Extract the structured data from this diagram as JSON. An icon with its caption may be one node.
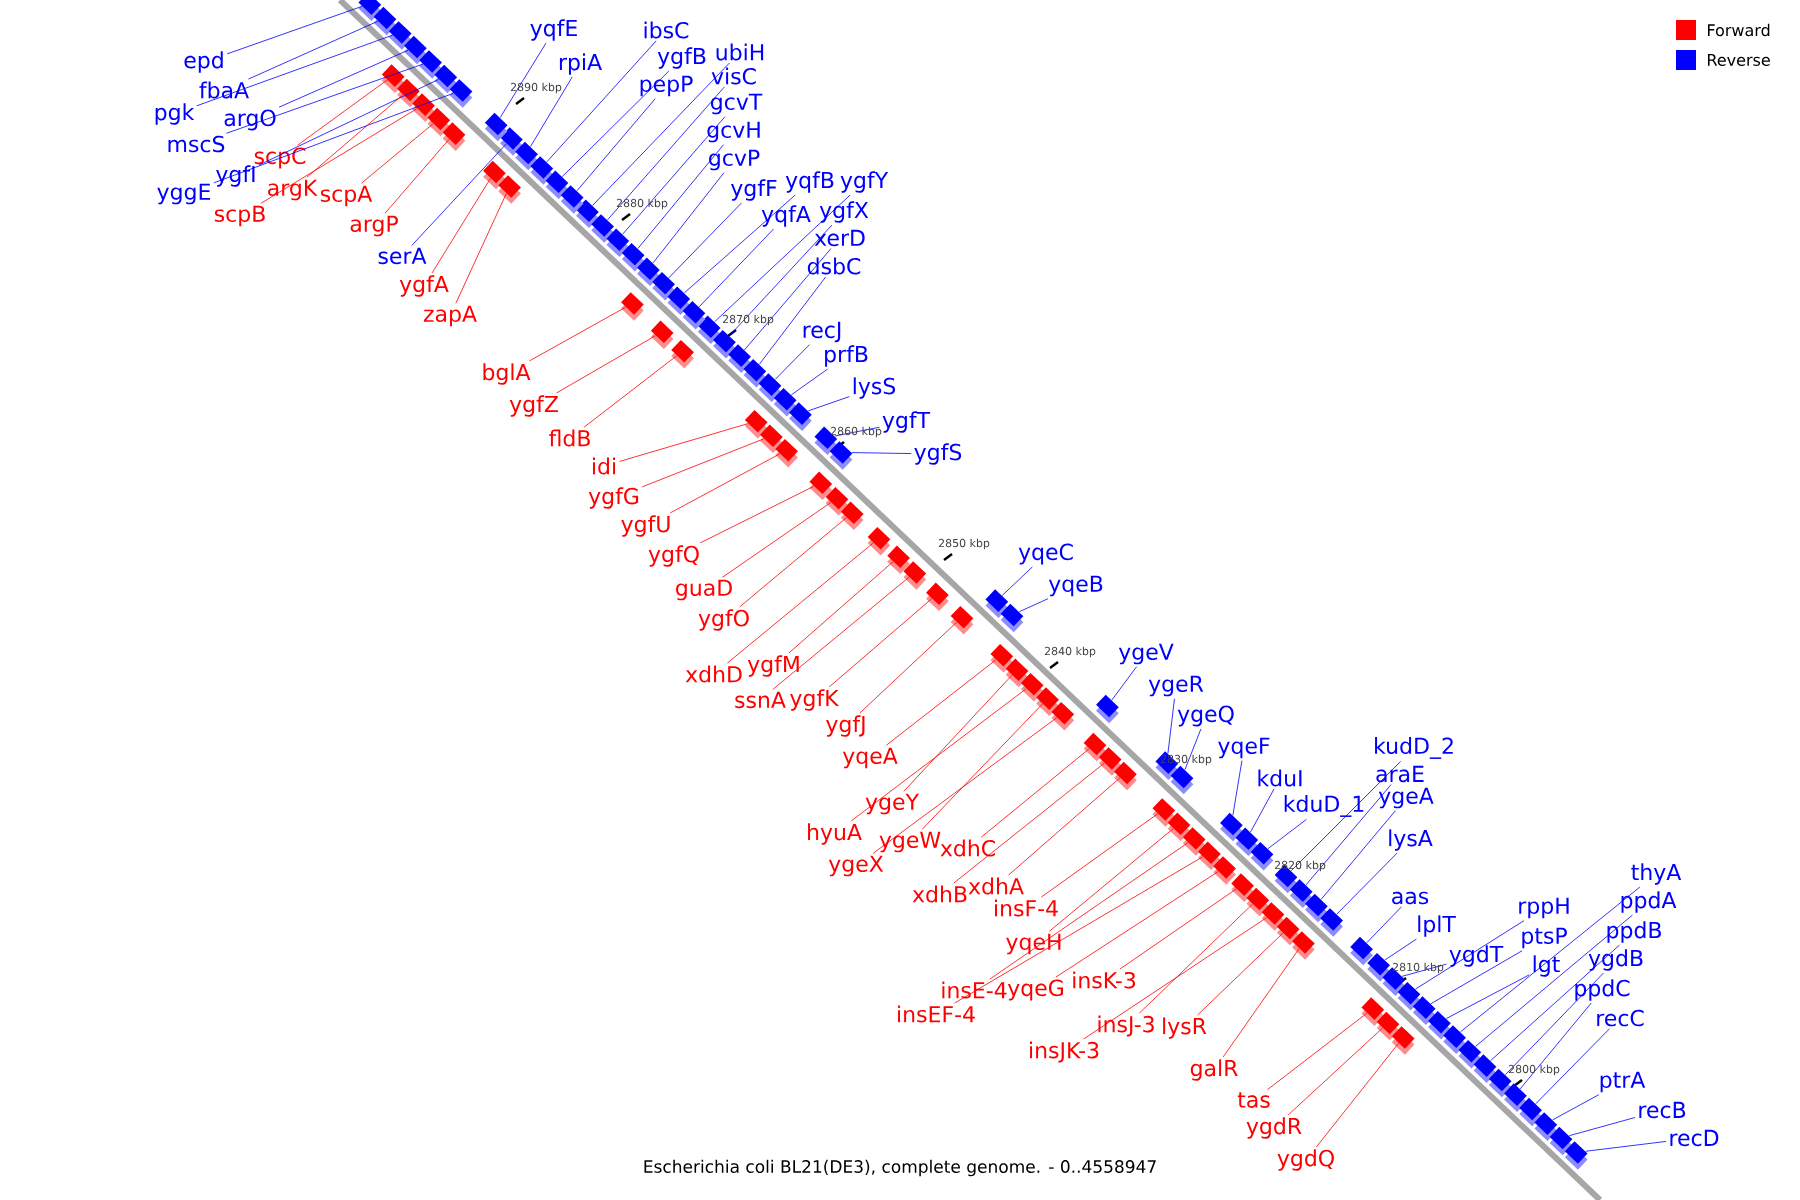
{
  "diagram": {
    "caption": "Escherichia coli BL21(DE3), complete genome. - 0..4558947",
    "nodes": [
      {
        "text": [
          "epd"
        ]
      },
      {
        "text": [
          "fbaA"
        ]
      },
      {
        "text": [
          "pgk"
        ]
      },
      {
        "text": [
          "argO"
        ]
      },
      {
        "text": [
          "mscS"
        ]
      },
      {
        "text": [
          "ygfI"
        ]
      },
      {
        "text": [
          "yggE"
        ]
      },
      {
        "text": [
          "scpC"
        ]
      },
      {
        "text": [
          "argK"
        ]
      },
      {
        "text": [
          "scpB"
        ]
      },
      {
        "text": [
          "scpA"
        ]
      },
      {
        "text": [
          "argP"
        ]
      },
      {
        "text": [
          "serA"
        ]
      },
      {
        "text": [
          "ygfA"
        ]
      },
      {
        "text": [
          "zapA"
        ]
      },
      {
        "text": [
          "yqfE"
        ]
      },
      {
        "text": [
          "rpiA"
        ]
      },
      {
        "text": [
          "ibsC"
        ]
      },
      {
        "text": [
          "ygfB"
        ]
      },
      {
        "text": [
          "ubiH"
        ]
      },
      {
        "text": [
          "pepP"
        ]
      },
      {
        "text": [
          "visC"
        ]
      },
      {
        "text": [
          "gcvT"
        ]
      },
      {
        "text": [
          "gcvH"
        ]
      },
      {
        "text": [
          "gcvP"
        ]
      },
      {
        "text": [
          "ygfF"
        ]
      },
      {
        "text": [
          "yqfB"
        ]
      },
      {
        "text": [
          "ygfY"
        ]
      },
      {
        "text": [
          "yqfA"
        ]
      },
      {
        "text": [
          "ygfX"
        ]
      },
      {
        "text": [
          "xerD"
        ]
      },
      {
        "text": [
          "dsbC"
        ]
      },
      {
        "text": [
          "recJ"
        ]
      },
      {
        "text": [
          "prfB"
        ]
      },
      {
        "text": [
          "lysS"
        ]
      },
      {
        "text": [
          "ygfT"
        ]
      },
      {
        "text": [
          "ygfS"
        ]
      },
      {
        "text": [
          "bglA"
        ]
      },
      {
        "text": [
          "ygfZ"
        ]
      },
      {
        "text": [
          "fldB"
        ]
      },
      {
        "text": [
          "idi"
        ]
      },
      {
        "text": [
          "ygfG"
        ]
      },
      {
        "text": [
          "ygfU"
        ]
      },
      {
        "text": [
          "ygfQ"
        ]
      },
      {
        "text": [
          "guaD"
        ]
      },
      {
        "text": [
          "ygfO"
        ]
      },
      {
        "text": [
          "xdhD"
        ]
      },
      {
        "text": [
          "ygfM"
        ]
      },
      {
        "text": [
          "ssnA"
        ]
      },
      {
        "text": [
          "ygfK"
        ]
      },
      {
        "text": [
          "ygfJ"
        ]
      },
      {
        "text": [
          "yqeA"
        ]
      },
      {
        "text": [
          "yqeC"
        ]
      },
      {
        "text": [
          "yqeB"
        ]
      },
      {
        "text": [
          "ygeV"
        ]
      },
      {
        "text": [
          "ygeR"
        ]
      },
      {
        "text": [
          "ygeQ"
        ]
      },
      {
        "text": [
          "ygeY"
        ]
      },
      {
        "text": [
          "hyuA"
        ]
      },
      {
        "text": [
          "ygeW"
        ]
      },
      {
        "text": [
          "ygeX"
        ]
      },
      {
        "text": [
          "xdhC"
        ]
      },
      {
        "text": [
          "xdhB"
        ]
      },
      {
        "text": [
          "xdhA"
        ]
      },
      {
        "text": [
          "insF-4"
        ]
      },
      {
        "text": [
          "yqeH"
        ]
      },
      {
        "text": [
          "insE-4"
        ]
      },
      {
        "text": [
          "insEF-4"
        ]
      },
      {
        "text": [
          "yqeG"
        ]
      },
      {
        "text": [
          "insK-3"
        ]
      },
      {
        "text": [
          "insJ-3"
        ]
      },
      {
        "text": [
          "insJK-3"
        ]
      },
      {
        "text": [
          "lysR"
        ]
      },
      {
        "text": [
          "galR"
        ]
      },
      {
        "text": [
          "tas"
        ]
      },
      {
        "text": [
          "ygdR"
        ]
      },
      {
        "text": [
          "ygdQ"
        ]
      },
      {
        "text": [
          "yqeF"
        ]
      },
      {
        "text": [
          "kduI"
        ]
      },
      {
        "text": [
          "kduD_1"
        ]
      },
      {
        "text": [
          "kudD_2"
        ]
      },
      {
        "text": [
          "araE"
        ]
      },
      {
        "text": [
          "ygeA"
        ]
      },
      {
        "text": [
          "lysA"
        ]
      },
      {
        "text": [
          "aas"
        ]
      },
      {
        "text": [
          "lplT"
        ]
      },
      {
        "text": [
          "ygdT"
        ]
      },
      {
        "text": [
          "rppH"
        ]
      },
      {
        "text": [
          "ptsP"
        ]
      },
      {
        "text": [
          "lgt"
        ]
      },
      {
        "text": [
          "thyA"
        ]
      },
      {
        "text": [
          "ppdA"
        ]
      },
      {
        "text": [
          "ppdB"
        ]
      },
      {
        "text": [
          "ygdB"
        ]
      },
      {
        "text": [
          "ppdC"
        ]
      },
      {
        "text": [
          "recC"
        ]
      },
      {
        "text": [
          "ptrA"
        ]
      },
      {
        "text": [
          "recB"
        ]
      },
      {
        "text": [
          "recD"
        ]
      },
      {
        "text": [],
        "shape": "box"
      },
      {
        "text": [],
        "shape": "box"
      },
      {
        "text": [],
        "shape": "box"
      },
      {
        "text": [],
        "shape": "box"
      },
      {
        "text": [],
        "shape": "box"
      },
      {
        "text": [],
        "shape": "box"
      },
      {
        "text": [],
        "shape": "box"
      },
      {
        "text": [],
        "shape": "box"
      },
      {
        "text": [],
        "shape": "box"
      },
      {
        "text": [],
        "shape": "box"
      },
      {
        "text": [],
        "shape": "box"
      },
      {
        "text": [],
        "shape": "box"
      },
      {
        "text": [],
        "shape": "box"
      },
      {
        "text": [],
        "shape": "box"
      },
      {
        "text": [],
        "shape": "box"
      },
      {
        "text": [],
        "shape": "box"
      },
      {
        "text": [],
        "shape": "box"
      },
      {
        "text": [],
        "shape": "box"
      },
      {
        "text": [],
        "shape": "box"
      },
      {
        "text": [],
        "shape": "box"
      },
      {
        "text": [],
        "shape": "box"
      },
      {
        "text": [],
        "shape": "box"
      },
      {
        "text": [],
        "shape": "box"
      },
      {
        "text": [],
        "shape": "box"
      },
      {
        "text": [],
        "shape": "box"
      },
      {
        "text": [],
        "shape": "box"
      },
      {
        "text": [],
        "shape": "box"
      },
      {
        "text": [],
        "shape": "box"
      },
      {
        "text": [],
        "shape": "box"
      },
      {
        "text": [],
        "shape": "box"
      },
      {
        "text": [],
        "shape": "box"
      },
      {
        "text": [],
        "shape": "box"
      },
      {
        "text": [],
        "shape": "box"
      },
      {
        "text": [],
        "shape": "box"
      },
      {
        "text": [],
        "shape": "box"
      },
      {
        "text": [],
        "shape": "box"
      },
      {
        "text": [],
        "shape": "box"
      },
      {
        "text": [],
        "shape": "box"
      },
      {
        "text": [],
        "shape": "box"
      },
      {
        "text": [],
        "shape": "box"
      },
      {
        "text": [],
        "shape": "box"
      },
      {
        "text": [],
        "shape": "box"
      },
      {
        "text": [],
        "shape": "box"
      },
      {
        "text": [],
        "shape": "box"
      },
      {
        "text": [],
        "shape": "box"
      },
      {
        "text": [],
        "shape": "box"
      },
      {
        "text": [],
        "shape": "box"
      },
      {
        "text": [],
        "shape": "box"
      },
      {
        "text": [],
        "shape": "box"
      },
      {
        "text": [],
        "shape": "box"
      },
      {
        "text": [],
        "shape": "box"
      },
      {
        "text": [],
        "shape": "box"
      },
      {
        "text": [],
        "shape": "box"
      },
      {
        "text": [],
        "shape": "box"
      },
      {
        "text": [],
        "shape": "box"
      },
      {
        "text": [],
        "shape": "box"
      },
      {
        "text": [],
        "shape": "box"
      },
      {
        "text": [],
        "shape": "box"
      },
      {
        "text": [],
        "shape": "box"
      },
      {
        "text": [],
        "shape": "box"
      },
      {
        "text": [],
        "shape": "box"
      },
      {
        "text": [],
        "shape": "box"
      },
      {
        "text": [],
        "shape": "box"
      },
      {
        "text": [],
        "shape": "box"
      },
      {
        "text": [],
        "shape": "box"
      },
      {
        "text": [],
        "shape": "box"
      },
      {
        "text": [],
        "shape": "box"
      },
      {
        "text": [],
        "shape": "box"
      },
      {
        "text": [],
        "shape": "box"
      },
      {
        "text": [],
        "shape": "box"
      },
      {
        "text": [],
        "shape": "box"
      },
      {
        "text": [],
        "shape": "box"
      },
      {
        "text": [],
        "shape": "box"
      },
      {
        "text": [],
        "shape": "box"
      },
      {
        "text": [],
        "shape": "box"
      },
      {
        "text": [],
        "shape": "box"
      },
      {
        "text": [],
        "shape": "box"
      },
      {
        "text": [],
        "shape": "box"
      },
      {
        "text": [],
        "shape": "box"
      },
      {
        "text": [],
        "shape": "box"
      },
      {
        "text": [],
        "shape": "box"
      },
      {
        "text": [],
        "shape": "box"
      },
      {
        "text": [],
        "shape": "box"
      },
      {
        "text": [],
        "shape": "box"
      },
      {
        "text": [],
        "shape": "box"
      },
      {
        "text": [],
        "shape": "box"
      },
      {
        "text": [],
        "shape": "box"
      },
      {
        "text": [],
        "shape": "box"
      },
      {
        "text": [],
        "shape": "box"
      },
      {
        "text": [],
        "shape": "box"
      },
      {
        "text": [],
        "shape": "box"
      },
      {
        "text": [],
        "shape": "box"
      },
      {
        "text": [],
        "shape": "box"
      },
      {
        "text": [],
        "shape": "box"
      },
      {
        "text": [],
        "shape": "box"
      },
      {
        "text": [],
        "shape": "box"
      },
      {
        "text": [],
        "shape": "box"
      },
      {
        "text": [],
        "shape": "box"
      },
      {
        "text": [],
        "shape": "box"
      }
    ],
    "edges": [
      {
        "from": 0,
        "to": 99,
        "arrow": "none",
        "color": "#0000ff"
      },
      {
        "from": 1,
        "to": 100,
        "arrow": "none",
        "color": "#0000ff"
      },
      {
        "from": 2,
        "to": 101,
        "arrow": "none",
        "color": "#0000ff"
      },
      {
        "from": 3,
        "to": 102,
        "arrow": "none",
        "color": "#0000ff"
      },
      {
        "from": 4,
        "to": 103,
        "arrow": "none",
        "color": "#0000ff"
      },
      {
        "from": 5,
        "to": 104,
        "arrow": "none",
        "color": "#0000ff"
      },
      {
        "from": 6,
        "to": 105,
        "arrow": "none",
        "color": "#0000ff"
      },
      {
        "from": 7,
        "to": 106,
        "arrow": "none",
        "color": "#ff0000"
      },
      {
        "from": 8,
        "to": 107,
        "arrow": "none",
        "color": "#ff0000"
      },
      {
        "from": 9,
        "to": 108,
        "arrow": "none",
        "color": "#ff0000"
      },
      {
        "from": 10,
        "to": 109,
        "arrow": "none",
        "color": "#ff0000"
      },
      {
        "from": 11,
        "to": 110,
        "arrow": "none",
        "color": "#ff0000"
      },
      {
        "from": 12,
        "to": 111,
        "arrow": "none",
        "color": "#0000ff"
      },
      {
        "from": 13,
        "to": 112,
        "arrow": "none",
        "color": "#ff0000"
      },
      {
        "from": 14,
        "to": 113,
        "arrow": "none",
        "color": "#ff0000"
      },
      {
        "from": 15,
        "to": 114,
        "arrow": "none",
        "color": "#0000ff"
      },
      {
        "from": 16,
        "to": 115,
        "arrow": "none",
        "color": "#0000ff"
      },
      {
        "from": 17,
        "to": 116,
        "arrow": "none",
        "color": "#0000ff"
      },
      {
        "from": 18,
        "to": 117,
        "arrow": "none",
        "color": "#0000ff"
      },
      {
        "from": 19,
        "to": 118,
        "arrow": "none",
        "color": "#0000ff"
      },
      {
        "from": 20,
        "to": 119,
        "arrow": "none",
        "color": "#0000ff"
      },
      {
        "from": 21,
        "to": 120,
        "arrow": "none",
        "color": "#0000ff"
      },
      {
        "from": 22,
        "to": 121,
        "arrow": "none",
        "color": "#0000ff"
      },
      {
        "from": 23,
        "to": 122,
        "arrow": "none",
        "color": "#0000ff"
      },
      {
        "from": 24,
        "to": 123,
        "arrow": "none",
        "color": "#0000ff"
      },
      {
        "from": 25,
        "to": 124,
        "arrow": "none",
        "color": "#0000ff"
      },
      {
        "from": 26,
        "to": 125,
        "arrow": "none",
        "color": "#0000ff"
      },
      {
        "from": 27,
        "to": 126,
        "arrow": "none",
        "color": "#0000ff"
      },
      {
        "from": 28,
        "to": 127,
        "arrow": "none",
        "color": "#0000ff"
      },
      {
        "from": 29,
        "to": 128,
        "arrow": "none",
        "color": "#0000ff"
      },
      {
        "from": 30,
        "to": 129,
        "arrow": "none",
        "color": "#0000ff"
      },
      {
        "from": 31,
        "to": 130,
        "arrow": "none",
        "color": "#0000ff"
      },
      {
        "from": 32,
        "to": 131,
        "arrow": "none",
        "color": "#0000ff"
      },
      {
        "from": 33,
        "to": 132,
        "arrow": "none",
        "color": "#0000ff"
      },
      {
        "from": 34,
        "to": 133,
        "arrow": "none",
        "color": "#0000ff"
      },
      {
        "from": 35,
        "to": 134,
        "arrow": "none",
        "color": "#0000ff"
      },
      {
        "from": 36,
        "to": 135,
        "arrow": "none",
        "color": "#0000ff"
      },
      {
        "from": 37,
        "to": 136,
        "arrow": "none",
        "color": "#ff0000"
      },
      {
        "from": 38,
        "to": 137,
        "arrow": "none",
        "color": "#ff0000"
      },
      {
        "from": 39,
        "to": 138,
        "arrow": "none",
        "color": "#ff0000"
      },
      {
        "from": 40,
        "to": 139,
        "arrow": "none",
        "color": "#ff0000"
      },
      {
        "from": 41,
        "to": 140,
        "arrow": "none",
        "color": "#ff0000"
      },
      {
        "from": 42,
        "to": 141,
        "arrow": "none",
        "color": "#ff0000"
      },
      {
        "from": 43,
        "to": 142,
        "arrow": "none",
        "color": "#ff0000"
      },
      {
        "from": 44,
        "to": 143,
        "arrow": "none",
        "color": "#ff0000"
      },
      {
        "from": 45,
        "to": 144,
        "arrow": "none",
        "color": "#ff0000"
      },
      {
        "from": 46,
        "to": 145,
        "arrow": "none",
        "color": "#ff0000"
      },
      {
        "from": 47,
        "to": 146,
        "arrow": "none",
        "color": "#ff0000"
      },
      {
        "from": 48,
        "to": 147,
        "arrow": "none",
        "color": "#ff0000"
      },
      {
        "from": 49,
        "to": 148,
        "arrow": "none",
        "color": "#ff0000"
      },
      {
        "from": 50,
        "to": 149,
        "arrow": "none",
        "color": "#ff0000"
      },
      {
        "from": 51,
        "to": 150,
        "arrow": "none",
        "color": "#ff0000"
      },
      {
        "from": 52,
        "to": 151,
        "arrow": "none",
        "color": "#0000ff"
      },
      {
        "from": 53,
        "to": 152,
        "arrow": "none",
        "color": "#0000ff"
      },
      {
        "from": 54,
        "to": 153,
        "arrow": "none",
        "color": "#0000ff"
      },
      {
        "from": 55,
        "to": 154,
        "arrow": "none",
        "color": "#0000ff"
      },
      {
        "from": 56,
        "to": 155,
        "arrow": "none",
        "color": "#0000ff"
      },
      {
        "from": 57,
        "to": 156,
        "arrow": "none",
        "color": "#ff0000"
      },
      {
        "from": 58,
        "to": 157,
        "arrow": "none",
        "color": "#ff0000"
      },
      {
        "from": 59,
        "to": 158,
        "arrow": "none",
        "color": "#ff0000"
      },
      {
        "from": 60,
        "to": 159,
        "arrow": "none",
        "color": "#ff0000"
      },
      {
        "from": 61,
        "to": 160,
        "arrow": "none",
        "color": "#ff0000"
      },
      {
        "from": 62,
        "to": 161,
        "arrow": "none",
        "color": "#ff0000"
      },
      {
        "from": 63,
        "to": 162,
        "arrow": "none",
        "color": "#ff0000"
      },
      {
        "from": 64,
        "to": 163,
        "arrow": "none",
        "color": "#ff0000"
      },
      {
        "from": 65,
        "to": 164,
        "arrow": "none",
        "color": "#ff0000"
      },
      {
        "from": 66,
        "to": 165,
        "arrow": "none",
        "color": "#ff0000"
      },
      {
        "from": 67,
        "to": 166,
        "arrow": "none",
        "color": "#ff0000"
      },
      {
        "from": 68,
        "to": 167,
        "arrow": "none",
        "color": "#ff0000"
      },
      {
        "from": 69,
        "to": 168,
        "arrow": "none",
        "color": "#ff0000"
      },
      {
        "from": 70,
        "to": 169,
        "arrow": "none",
        "color": "#ff0000"
      },
      {
        "from": 71,
        "to": 170,
        "arrow": "none",
        "color": "#ff0000"
      },
      {
        "from": 72,
        "to": 171,
        "arrow": "none",
        "color": "#ff0000"
      },
      {
        "from": 73,
        "to": 172,
        "arrow": "none",
        "color": "#ff0000"
      },
      {
        "from": 74,
        "to": 173,
        "arrow": "none",
        "color": "#ff0000"
      },
      {
        "from": 75,
        "to": 174,
        "arrow": "none",
        "color": "#ff0000"
      },
      {
        "from": 76,
        "to": 175,
        "arrow": "none",
        "color": "#ff0000"
      },
      {
        "from": 77,
        "to": 176,
        "arrow": "none",
        "color": "#0000ff"
      },
      {
        "from": 78,
        "to": 177,
        "arrow": "none",
        "color": "#0000ff"
      },
      {
        "from": 79,
        "to": 178,
        "arrow": "none",
        "color": "#0000ff"
      },
      {
        "from": 80,
        "to": 179,
        "arrow": "none",
        "color": "#0000ff"
      },
      {
        "from": 81,
        "to": 180,
        "arrow": "none",
        "color": "#0000ff"
      },
      {
        "from": 82,
        "to": 181,
        "arrow": "none",
        "color": "#0000ff"
      },
      {
        "from": 83,
        "to": 182,
        "arrow": "none",
        "color": "#0000ff"
      },
      {
        "from": 84,
        "to": 183,
        "arrow": "none",
        "color": "#0000ff"
      },
      {
        "from": 85,
        "to": 184,
        "arrow": "none",
        "color": "#0000ff"
      },
      {
        "from": 86,
        "to": 185,
        "arrow": "none",
        "color": "#0000ff"
      },
      {
        "from": 87,
        "to": 186,
        "arrow": "none",
        "color": "#0000ff"
      },
      {
        "from": 88,
        "to": 187,
        "arrow": "none",
        "color": "#0000ff"
      },
      {
        "from": 89,
        "to": 188,
        "arrow": "none",
        "color": "#0000ff"
      },
      {
        "from": 90,
        "to": 189,
        "arrow": "none",
        "color": "#0000ff"
      },
      {
        "from": 91,
        "to": 190,
        "arrow": "none",
        "color": "#0000ff"
      },
      {
        "from": 92,
        "to": 191,
        "arrow": "none",
        "color": "#0000ff"
      },
      {
        "from": 93,
        "to": 192,
        "arrow": "none",
        "color": "#0000ff"
      },
      {
        "from": 94,
        "to": 193,
        "arrow": "none",
        "color": "#0000ff"
      },
      {
        "from": 95,
        "to": 194,
        "arrow": "none",
        "color": "#0000ff"
      },
      {
        "from": 96,
        "to": 195,
        "arrow": "none",
        "color": "#0000ff"
      },
      {
        "from": 97,
        "to": 196,
        "arrow": "none",
        "color": "#0000ff"
      },
      {
        "from": 98,
        "to": 197,
        "arrow": "none",
        "color": "#0000ff"
      }
    ],
    "labels": [
      "2890 kbp",
      "2880 kbp",
      "2870 kbp",
      "2860 kbp",
      "2850 kbp",
      "2840 kbp",
      "2830 kbp",
      "2820 kbp",
      "2810 kbp",
      "2800 kbp"
    ],
    "legend": [
      {
        "text": "Forward",
        "color": "#ff0000"
      },
      {
        "text": "Reverse",
        "color": "#0000ff"
      }
    ]
  }
}
